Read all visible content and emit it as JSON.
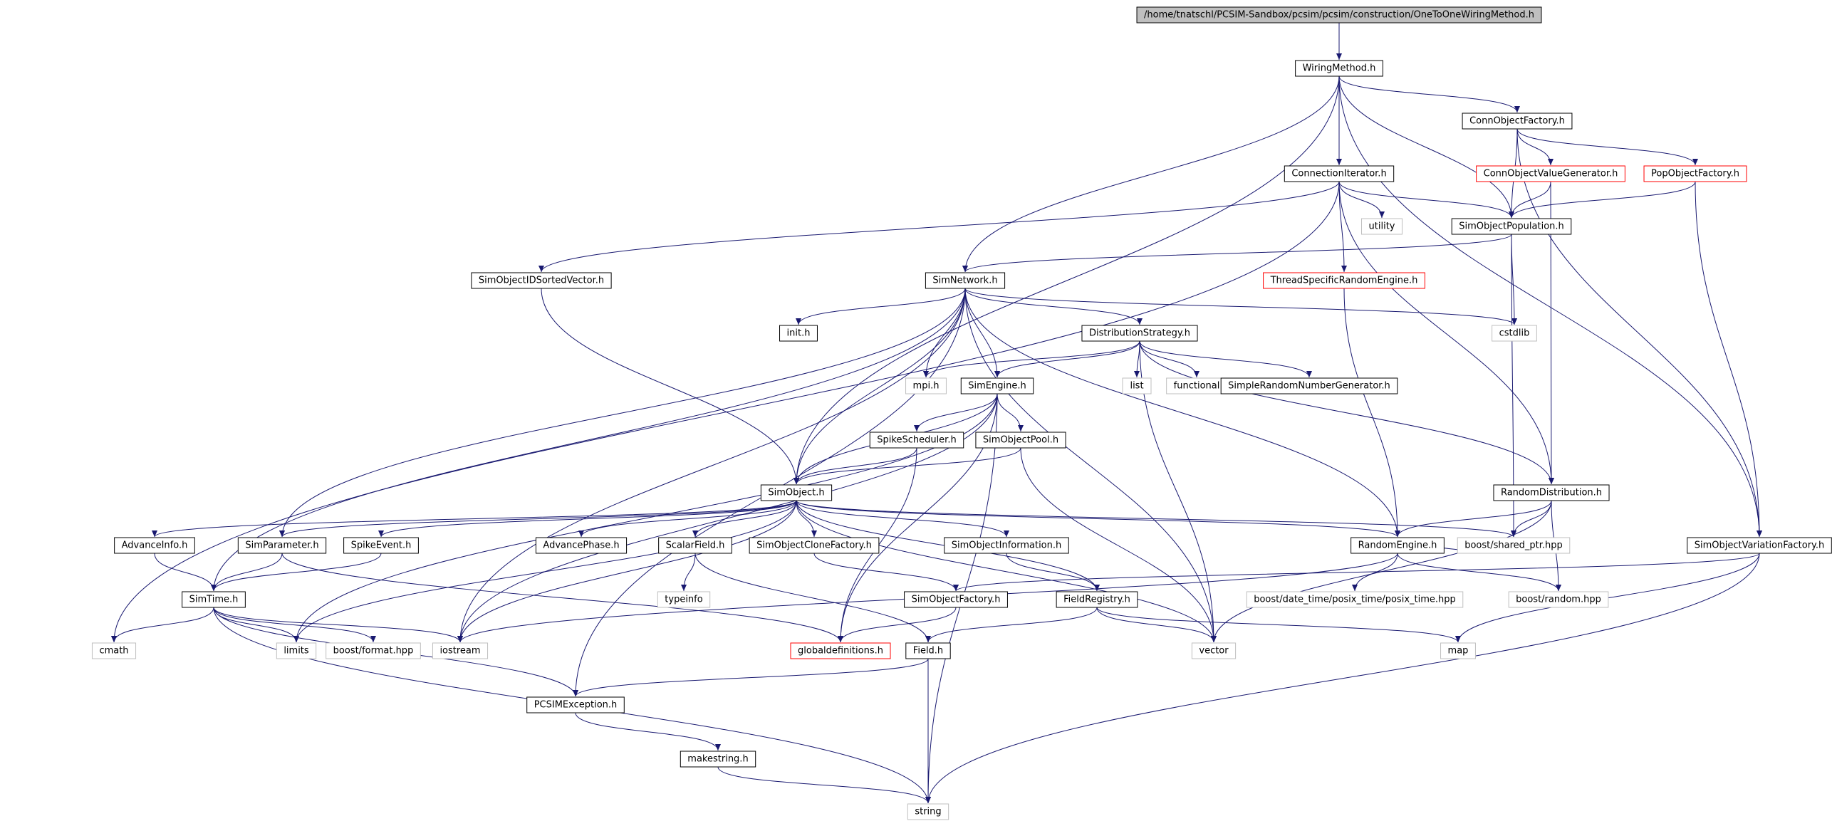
{
  "diagram": {
    "type": "include-dependency-graph",
    "colors": {
      "edge": "#191970",
      "root_fill": "#bfbfbf",
      "node_border": "#000000",
      "missing_border": "#ff0000",
      "external_border": "#bfbfbf",
      "text": "#000000"
    },
    "nodes": [
      {
        "id": "root",
        "label": "/home/tnatschl/PCSIM-Sandbox/pcsim/pcsim/construction/OneToOneWiringMethod.h",
        "kind": "root"
      },
      {
        "id": "wiring",
        "label": "WiringMethod.h",
        "kind": "normal"
      },
      {
        "id": "connfactory",
        "label": "ConnObjectFactory.h",
        "kind": "normal"
      },
      {
        "id": "conniter",
        "label": "ConnectionIterator.h",
        "kind": "normal"
      },
      {
        "id": "connvalgen",
        "label": "ConnObjectValueGenerator.h",
        "kind": "missing"
      },
      {
        "id": "popfactory",
        "label": "PopObjectFactory.h",
        "kind": "missing"
      },
      {
        "id": "utility",
        "label": "utility",
        "kind": "external"
      },
      {
        "id": "simpop",
        "label": "SimObjectPopulation.h",
        "kind": "normal"
      },
      {
        "id": "sortedvec",
        "label": "SimObjectIDSortedVector.h",
        "kind": "normal"
      },
      {
        "id": "simnet",
        "label": "SimNetwork.h",
        "kind": "normal"
      },
      {
        "id": "threadrand",
        "label": "ThreadSpecificRandomEngine.h",
        "kind": "missing"
      },
      {
        "id": "cstdlib",
        "label": "cstdlib",
        "kind": "external"
      },
      {
        "id": "inith",
        "label": "init.h",
        "kind": "normal"
      },
      {
        "id": "diststrat",
        "label": "DistributionStrategy.h",
        "kind": "normal"
      },
      {
        "id": "mpih",
        "label": "mpi.h",
        "kind": "external"
      },
      {
        "id": "simengine",
        "label": "SimEngine.h",
        "kind": "normal"
      },
      {
        "id": "list",
        "label": "list",
        "kind": "external"
      },
      {
        "id": "functional",
        "label": "functional",
        "kind": "external"
      },
      {
        "id": "simplerng",
        "label": "SimpleRandomNumberGenerator.h",
        "kind": "normal"
      },
      {
        "id": "spikesched",
        "label": "SpikeScheduler.h",
        "kind": "normal"
      },
      {
        "id": "simpool",
        "label": "SimObjectPool.h",
        "kind": "normal"
      },
      {
        "id": "randdist",
        "label": "RandomDistribution.h",
        "kind": "normal"
      },
      {
        "id": "simobject",
        "label": "SimObject.h",
        "kind": "normal"
      },
      {
        "id": "advinfo",
        "label": "AdvanceInfo.h",
        "kind": "normal"
      },
      {
        "id": "simparam",
        "label": "SimParameter.h",
        "kind": "normal"
      },
      {
        "id": "spikeevent",
        "label": "SpikeEvent.h",
        "kind": "normal"
      },
      {
        "id": "advphase",
        "label": "AdvancePhase.h",
        "kind": "normal"
      },
      {
        "id": "scalarfield",
        "label": "ScalarField.h",
        "kind": "normal"
      },
      {
        "id": "clonefactory",
        "label": "SimObjectCloneFactory.h",
        "kind": "normal"
      },
      {
        "id": "siminfo",
        "label": "SimObjectInformation.h",
        "kind": "normal"
      },
      {
        "id": "randengine",
        "label": "RandomEngine.h",
        "kind": "normal"
      },
      {
        "id": "sharedptr",
        "label": "boost/shared_ptr.hpp",
        "kind": "external"
      },
      {
        "id": "varfactory",
        "label": "SimObjectVariationFactory.h",
        "kind": "normal"
      },
      {
        "id": "simtime",
        "label": "SimTime.h",
        "kind": "normal"
      },
      {
        "id": "typeinfo",
        "label": "typeinfo",
        "kind": "external"
      },
      {
        "id": "simfactory",
        "label": "SimObjectFactory.h",
        "kind": "normal"
      },
      {
        "id": "fieldreg",
        "label": "FieldRegistry.h",
        "kind": "normal"
      },
      {
        "id": "posixtime",
        "label": "boost/date_time/posix_time/posix_time.hpp",
        "kind": "external"
      },
      {
        "id": "boostrandom",
        "label": "boost/random.hpp",
        "kind": "external"
      },
      {
        "id": "cmath",
        "label": "cmath",
        "kind": "external"
      },
      {
        "id": "limits",
        "label": "limits",
        "kind": "external"
      },
      {
        "id": "format",
        "label": "boost/format.hpp",
        "kind": "external"
      },
      {
        "id": "iostream",
        "label": "iostream",
        "kind": "external"
      },
      {
        "id": "globaldefs",
        "label": "globaldefinitions.h",
        "kind": "missing"
      },
      {
        "id": "field",
        "label": "Field.h",
        "kind": "normal"
      },
      {
        "id": "vector",
        "label": "vector",
        "kind": "external"
      },
      {
        "id": "map",
        "label": "map",
        "kind": "external"
      },
      {
        "id": "pcsimexc",
        "label": "PCSIMException.h",
        "kind": "normal"
      },
      {
        "id": "makestring",
        "label": "makestring.h",
        "kind": "normal"
      },
      {
        "id": "string",
        "label": "string",
        "kind": "external"
      }
    ],
    "edges": [
      [
        "root",
        "wiring"
      ],
      [
        "wiring",
        "connfactory"
      ],
      [
        "wiring",
        "conniter"
      ],
      [
        "wiring",
        "simpop"
      ],
      [
        "wiring",
        "simnet"
      ],
      [
        "wiring",
        "simobject"
      ],
      [
        "wiring",
        "varfactory"
      ],
      [
        "connfactory",
        "connvalgen"
      ],
      [
        "connfactory",
        "popfactory"
      ],
      [
        "connfactory",
        "simpop"
      ],
      [
        "connfactory",
        "varfactory"
      ],
      [
        "connvalgen",
        "simpop"
      ],
      [
        "connvalgen",
        "randdist"
      ],
      [
        "popfactory",
        "simpop"
      ],
      [
        "popfactory",
        "varfactory"
      ],
      [
        "conniter",
        "utility"
      ],
      [
        "conniter",
        "simpop"
      ],
      [
        "conniter",
        "sortedvec"
      ],
      [
        "conniter",
        "threadrand"
      ],
      [
        "conniter",
        "randdist"
      ],
      [
        "conniter",
        "cmath"
      ],
      [
        "simpop",
        "simnet"
      ],
      [
        "simpop",
        "cstdlib"
      ],
      [
        "simpop",
        "sharedptr"
      ],
      [
        "sortedvec",
        "simobject"
      ],
      [
        "threadrand",
        "randengine"
      ],
      [
        "simnet",
        "inith"
      ],
      [
        "simnet",
        "diststrat"
      ],
      [
        "simnet",
        "mpih"
      ],
      [
        "simnet",
        "simengine"
      ],
      [
        "simnet",
        "cstdlib"
      ],
      [
        "simnet",
        "vector"
      ],
      [
        "simnet",
        "simobject"
      ],
      [
        "simnet",
        "randengine"
      ],
      [
        "simnet",
        "simparam"
      ],
      [
        "simnet",
        "simtime"
      ],
      [
        "simnet",
        "iostream"
      ],
      [
        "simnet",
        "pcsimexc"
      ],
      [
        "diststrat",
        "mpih"
      ],
      [
        "diststrat",
        "list"
      ],
      [
        "diststrat",
        "functional"
      ],
      [
        "diststrat",
        "simplerng"
      ],
      [
        "diststrat",
        "simengine"
      ],
      [
        "diststrat",
        "randdist"
      ],
      [
        "diststrat",
        "vector"
      ],
      [
        "simengine",
        "spikesched"
      ],
      [
        "simengine",
        "simpool"
      ],
      [
        "simengine",
        "simobject"
      ],
      [
        "simengine",
        "iostream"
      ],
      [
        "simengine",
        "globaldefs"
      ],
      [
        "simengine",
        "limits"
      ],
      [
        "simengine",
        "string"
      ],
      [
        "spikesched",
        "simobject"
      ],
      [
        "spikesched",
        "globaldefs"
      ],
      [
        "simpool",
        "simobject"
      ],
      [
        "simpool",
        "vector"
      ],
      [
        "randdist",
        "randengine"
      ],
      [
        "randdist",
        "sharedptr"
      ],
      [
        "randdist",
        "boostrandom"
      ],
      [
        "randdist",
        "vector"
      ],
      [
        "simobject",
        "advinfo"
      ],
      [
        "simobject",
        "simparam"
      ],
      [
        "simobject",
        "spikeevent"
      ],
      [
        "simobject",
        "advphase"
      ],
      [
        "simobject",
        "scalarfield"
      ],
      [
        "simobject",
        "clonefactory"
      ],
      [
        "simobject",
        "siminfo"
      ],
      [
        "simobject",
        "randengine"
      ],
      [
        "simobject",
        "sharedptr"
      ],
      [
        "simobject",
        "fieldreg"
      ],
      [
        "simobject",
        "vector"
      ],
      [
        "simobject",
        "iostream"
      ],
      [
        "simobject",
        "limits"
      ],
      [
        "advinfo",
        "simtime"
      ],
      [
        "simparam",
        "simtime"
      ],
      [
        "simparam",
        "globaldefs"
      ],
      [
        "spikeevent",
        "simtime"
      ],
      [
        "scalarfield",
        "typeinfo"
      ],
      [
        "scalarfield",
        "field"
      ],
      [
        "clonefactory",
        "simfactory"
      ],
      [
        "siminfo",
        "fieldreg"
      ],
      [
        "randengine",
        "posixtime"
      ],
      [
        "randengine",
        "boostrandom"
      ],
      [
        "randengine",
        "sharedptr"
      ],
      [
        "randengine",
        "iostream"
      ],
      [
        "varfactory",
        "simfactory"
      ],
      [
        "varfactory",
        "map"
      ],
      [
        "varfactory",
        "string"
      ],
      [
        "simfactory",
        "globaldefs"
      ],
      [
        "fieldreg",
        "field"
      ],
      [
        "fieldreg",
        "map"
      ],
      [
        "fieldreg",
        "vector"
      ],
      [
        "simtime",
        "cmath"
      ],
      [
        "simtime",
        "limits"
      ],
      [
        "simtime",
        "format"
      ],
      [
        "simtime",
        "iostream"
      ],
      [
        "simtime",
        "pcsimexc"
      ],
      [
        "simtime",
        "string"
      ],
      [
        "field",
        "pcsimexc"
      ],
      [
        "field",
        "string"
      ],
      [
        "pcsimexc",
        "makestring"
      ],
      [
        "makestring",
        "string"
      ]
    ]
  }
}
